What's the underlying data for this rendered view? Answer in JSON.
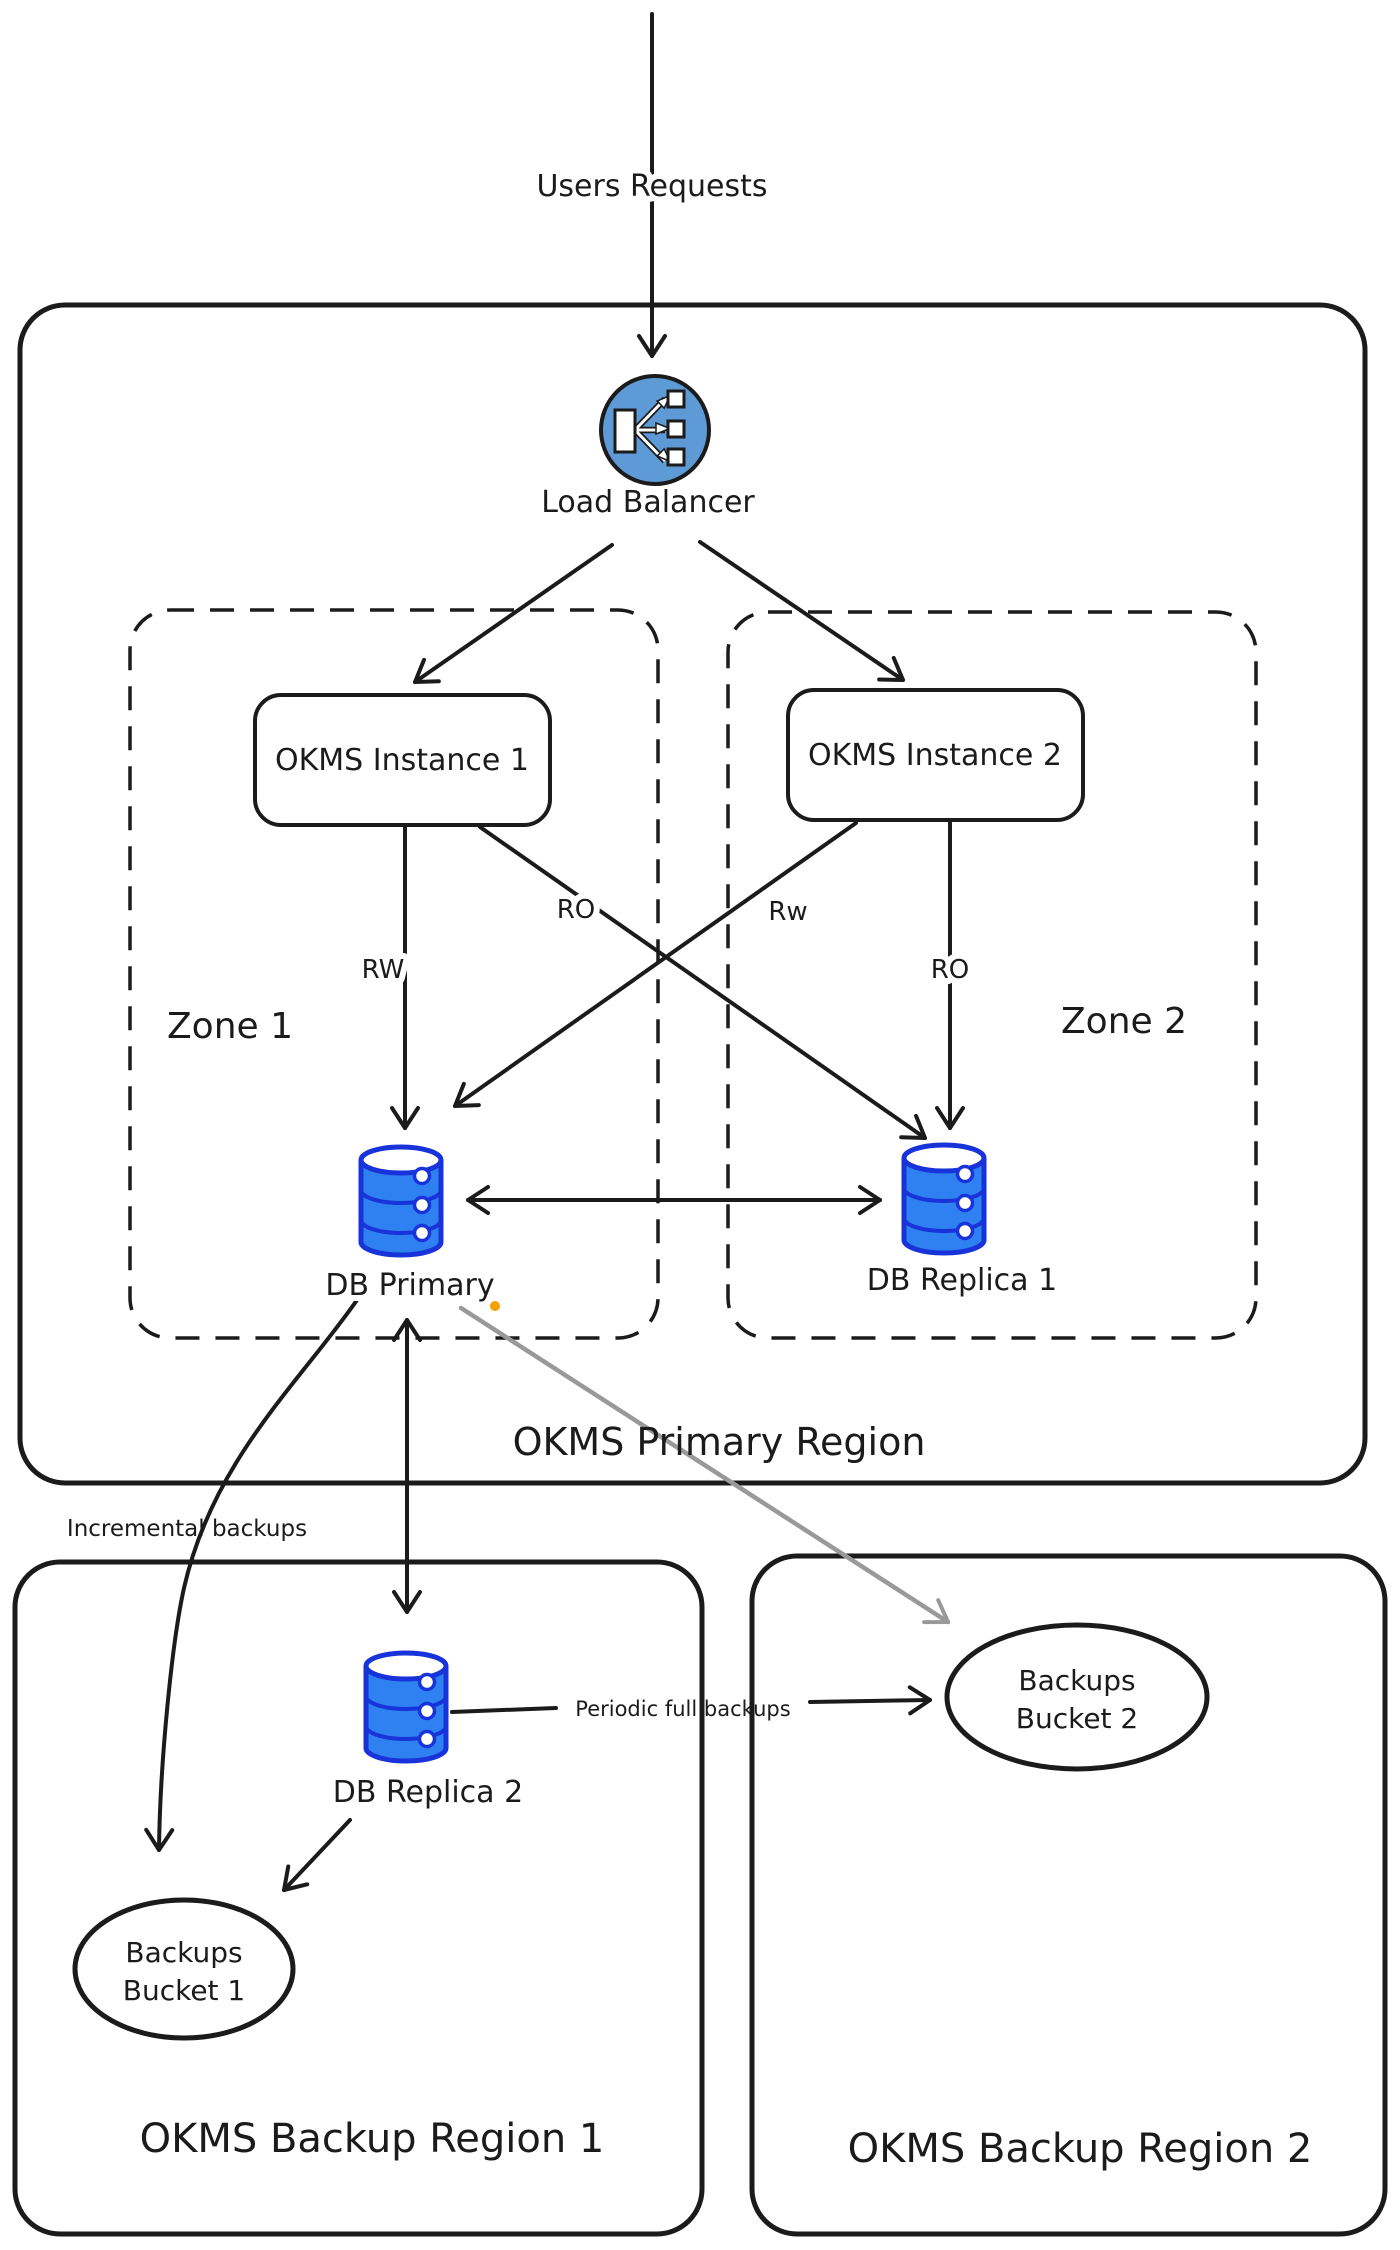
{
  "diagram": {
    "labels": {
      "users_requests": "Users Requests",
      "load_balancer": "Load Balancer",
      "okms_instance_1": "OKMS Instance 1",
      "okms_instance_2": "OKMS Instance 2",
      "zone_1": "Zone 1",
      "zone_2": "Zone 2",
      "db_primary": "DB Primary",
      "db_replica_1": "DB Replica 1",
      "db_replica_2": "DB Replica 2",
      "primary_region": "OKMS Primary Region",
      "backup_region_1": "OKMS Backup Region 1",
      "backup_region_2": "OKMS Backup Region 2",
      "bucket_1_line_1": "Backups",
      "bucket_1_line_2": "Bucket 1",
      "bucket_2_line_1": "Backups",
      "bucket_2_line_2": "Bucket 2"
    },
    "edge_labels": {
      "rw_instance1_primary": "RW",
      "ro_instance1_replica1": "RO",
      "rw_instance2_primary": "Rw",
      "ro_instance2_replica1": "RO",
      "incremental_backups": "Incremental backups",
      "periodic_full_backups": "Periodic full backups"
    },
    "colors": {
      "ink": "#1b1b1b",
      "region_label_blue": "#2577cf",
      "zone_label_orange": "#f0921e",
      "db_fill": "#2f80f0",
      "db_stroke": "#1733d9",
      "lb_circle_fill": "#5e9ad6",
      "gray_arrow": "#999999",
      "orange_dot": "#f59f00"
    }
  }
}
